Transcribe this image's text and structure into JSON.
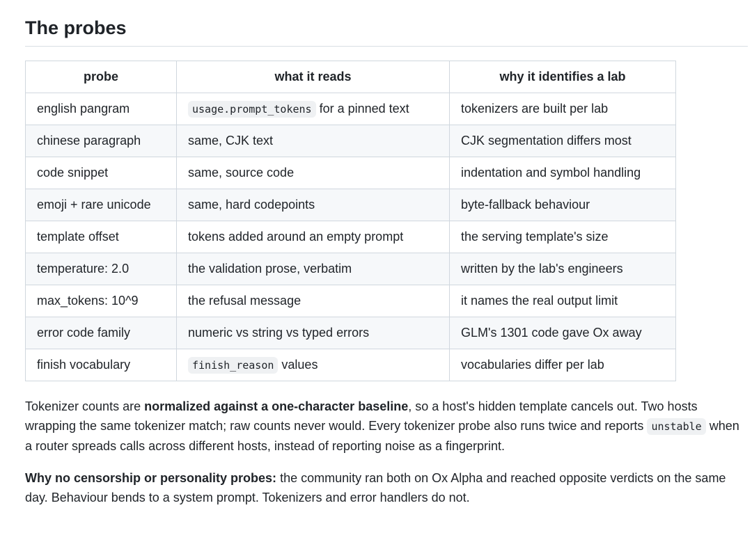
{
  "section": {
    "title": "The probes"
  },
  "table": {
    "headers": [
      "probe",
      "what it reads",
      "why it identifies a lab"
    ],
    "rows": [
      {
        "probe": "english pangram",
        "reads_code": "usage.prompt_tokens",
        "reads_text": " for a pinned text",
        "why": "tokenizers are built per lab"
      },
      {
        "probe": "chinese paragraph",
        "reads_code": "",
        "reads_text": "same, CJK text",
        "why": "CJK segmentation differs most"
      },
      {
        "probe": "code snippet",
        "reads_code": "",
        "reads_text": "same, source code",
        "why": "indentation and symbol handling"
      },
      {
        "probe": "emoji + rare unicode",
        "reads_code": "",
        "reads_text": "same, hard codepoints",
        "why": "byte-fallback behaviour"
      },
      {
        "probe": "template offset",
        "reads_code": "",
        "reads_text": "tokens added around an empty prompt",
        "why": "the serving template's size"
      },
      {
        "probe": "temperature: 2.0",
        "reads_code": "",
        "reads_text": "the validation prose, verbatim",
        "why": "written by the lab's engineers"
      },
      {
        "probe": "max_tokens: 10^9",
        "reads_code": "",
        "reads_text": "the refusal message",
        "why": "it names the real output limit"
      },
      {
        "probe": "error code family",
        "reads_code": "",
        "reads_text": "numeric vs string vs typed errors",
        "why": "GLM's 1301 code gave Ox away"
      },
      {
        "probe": "finish vocabulary",
        "reads_code": "finish_reason",
        "reads_text": " values",
        "why": "vocabularies differ per lab"
      }
    ]
  },
  "paragraph1": {
    "before": "Tokenizer counts are ",
    "bold": "normalized against a one-character baseline",
    "middle": ", so a host's hidden template cancels out. Two hosts wrapping the same tokenizer match; raw counts never would. Every tokenizer probe also runs twice and reports ",
    "code": "unstable",
    "after": " when a router spreads calls across different hosts, instead of reporting noise as a fingerprint."
  },
  "paragraph2": {
    "bold": "Why no censorship or personality probes:",
    "rest": " the community ran both on Ox Alpha and reached opposite verdicts on the same day. Behaviour bends to a system prompt. Tokenizers and error handlers do not."
  }
}
